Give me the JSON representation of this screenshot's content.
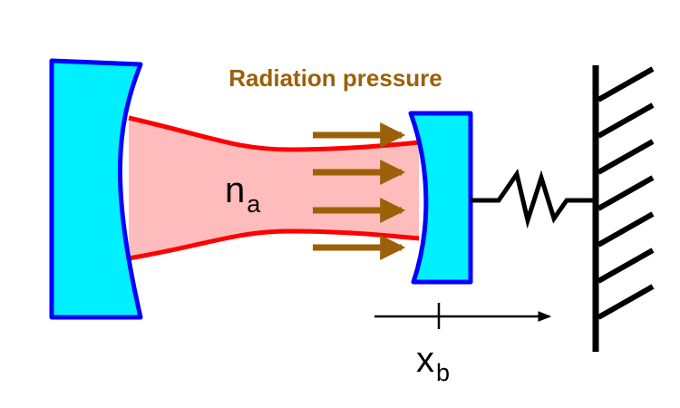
{
  "diagram": {
    "radiation_label": "Radiation pressure",
    "mode_symbol": "n",
    "mode_subscript": "a",
    "displacement_symbol": "x",
    "displacement_subscript": "b"
  },
  "colors": {
    "mirror_fill": "#00f0ff",
    "mirror_stroke": "#0000ff",
    "beam_fill": "#ffbcbc",
    "beam_edge": "#ff0000",
    "pressure_arrow": "#9c6008",
    "radiation_label": "#9c6008",
    "ink": "#000000"
  },
  "icons": {
    "pressure_arrow": "right-arrow-icon",
    "spring": "spring-icon",
    "wall": "hatched-wall-icon"
  }
}
